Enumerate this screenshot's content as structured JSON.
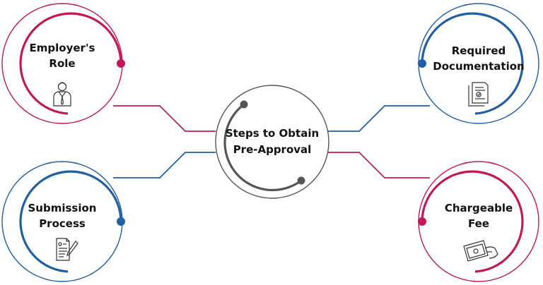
{
  "colors": {
    "magenta": "#c2185b",
    "blue": "#1f5fa6",
    "gray": "#555555"
  },
  "center": {
    "line1": "Steps to Obtain",
    "line2": "Pre-Approval"
  },
  "nodes": [
    {
      "id": "employers-role",
      "line1": "Employer's",
      "line2": "Role",
      "color": "magenta",
      "icon": "employee-icon"
    },
    {
      "id": "required-documentation",
      "line1": "Required",
      "line2": "Documentation",
      "color": "blue",
      "icon": "document-check-icon"
    },
    {
      "id": "submission-process",
      "line1": "Submission",
      "line2": "Process",
      "color": "blue",
      "icon": "form-pen-icon"
    },
    {
      "id": "chargeable-fee",
      "line1": "Chargeable",
      "line2": "Fee",
      "color": "magenta",
      "icon": "cash-hand-icon"
    }
  ]
}
